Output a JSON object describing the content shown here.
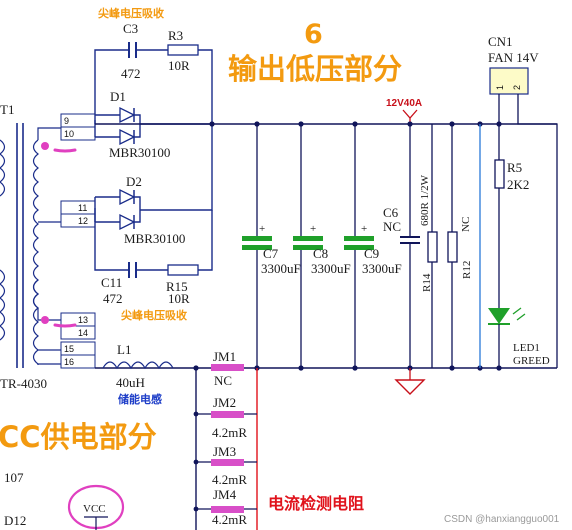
{
  "sections": {
    "output_number": "6",
    "output_title": "输出低压部分",
    "vcc_title": "CC供电部分",
    "current_sense_title": "电流检测电阻",
    "snubber_top": "尖峰电压吸收",
    "snubber_bottom": "尖峰电压吸收",
    "inductor_note": "储能电感"
  },
  "transformer": {
    "name": "TR-4030",
    "ref": "T1",
    "pins": [
      "9",
      "10",
      "11",
      "12",
      "13",
      "14",
      "15",
      "16"
    ]
  },
  "components": {
    "c3_ref": "C3",
    "c3_value": "472",
    "r3_ref": "R3",
    "r3_value": "10R",
    "d1_ref": "D1",
    "d1_value": "MBR30100",
    "d2_ref": "D2",
    "d2_value": "MBR30100",
    "c11_ref": "C11",
    "c11_value": "472",
    "r15_ref": "R15",
    "r15_value": "10R",
    "c7_ref": "C7",
    "c7_value": "3300uF",
    "c8_ref": "C8",
    "c8_value": "3300uF",
    "c9_ref": "C9",
    "c9_value": "3300uF",
    "c6_ref": "C6",
    "c6_value": "NC",
    "r14_ref": "R14",
    "r14_value": "680R 1/2W",
    "r12_ref": "R12",
    "r12_value": "NC",
    "cn1_ref": "CN1",
    "cn1_value": "FAN 14V",
    "cn1_pins": [
      "1",
      "2"
    ],
    "r5_ref": "R5",
    "r5_value": "2K2",
    "led1_ref": "LED1",
    "led1_value": "GREED",
    "l1_ref": "L1",
    "l1_value": "40uH",
    "jm1_ref": "JM1",
    "jm1_value": "NC",
    "jm2_ref": "JM2",
    "jm2_value": "4.2mR",
    "jm3_ref": "JM3",
    "jm3_value": "4.2mR",
    "jm4_ref": "JM4",
    "jm4_value": "4.2mR",
    "d12_ref": "D12",
    "vcc_net": "VCC",
    "partial_ref": "107"
  },
  "rail": {
    "label": "12V40A"
  },
  "watermark": "CSDN @hanxiangguo001",
  "colors": {
    "wire": "#1a2c8a",
    "orange": "#f39a10",
    "red": "#e0121b",
    "pink_marker": "#e040c0",
    "capacitor_green": "#1fa02a",
    "connector_fill": "#fdfbc8"
  }
}
